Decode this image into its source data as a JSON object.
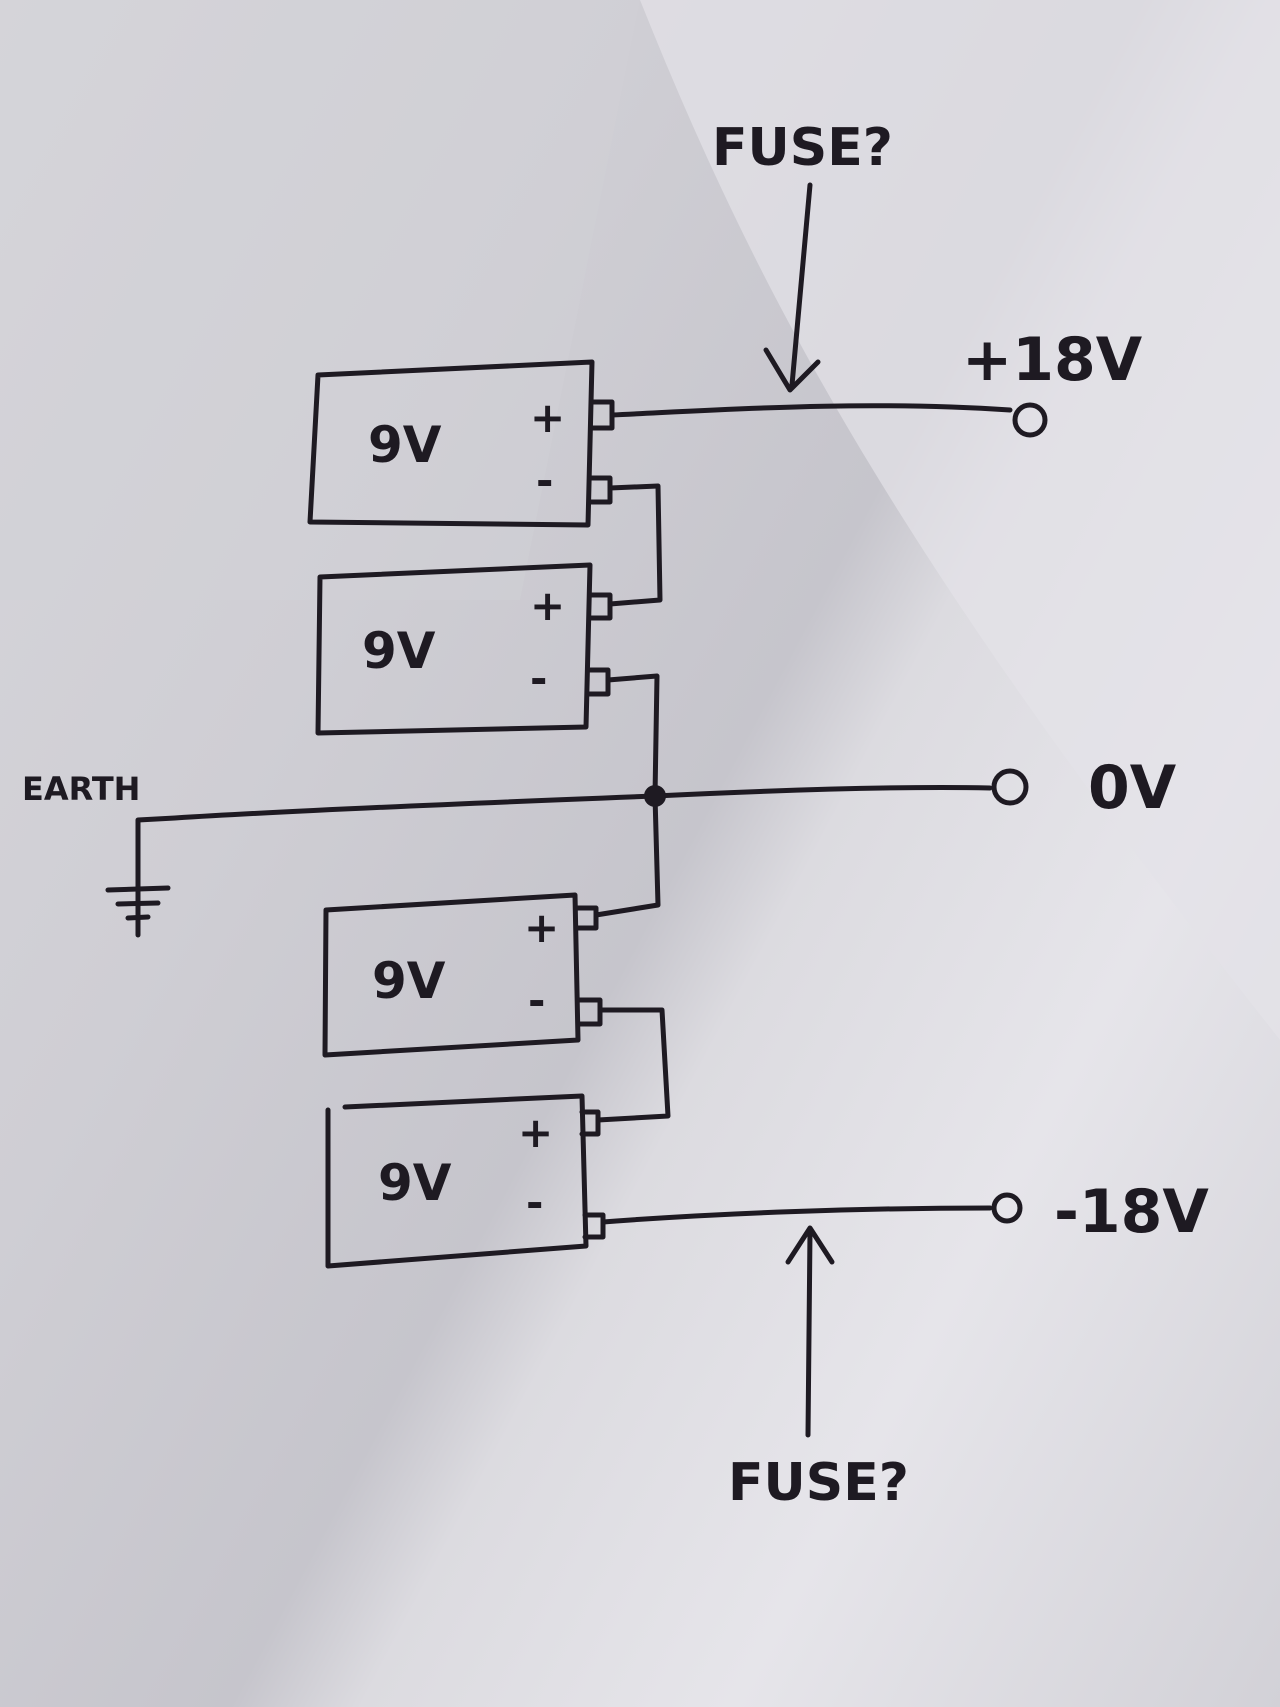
{
  "diagram": {
    "batteries": [
      {
        "label": "9V",
        "plus_sign": "+",
        "minus_sign": "-"
      },
      {
        "label": "9V",
        "plus_sign": "+",
        "minus_sign": "-"
      },
      {
        "label": "9V",
        "plus_sign": "+",
        "minus_sign": "-"
      },
      {
        "label": "9V",
        "plus_sign": "+",
        "minus_sign": "-"
      }
    ],
    "outputs": {
      "positive": "+18V",
      "zero": "0V",
      "negative": "-18V"
    },
    "earth_label": "EARTH",
    "fuse_notes": {
      "top": "FUSE?",
      "bottom": "FUSE?"
    }
  },
  "colors": {
    "ink": "#1e1a22",
    "paper": "#d9d8dd"
  }
}
